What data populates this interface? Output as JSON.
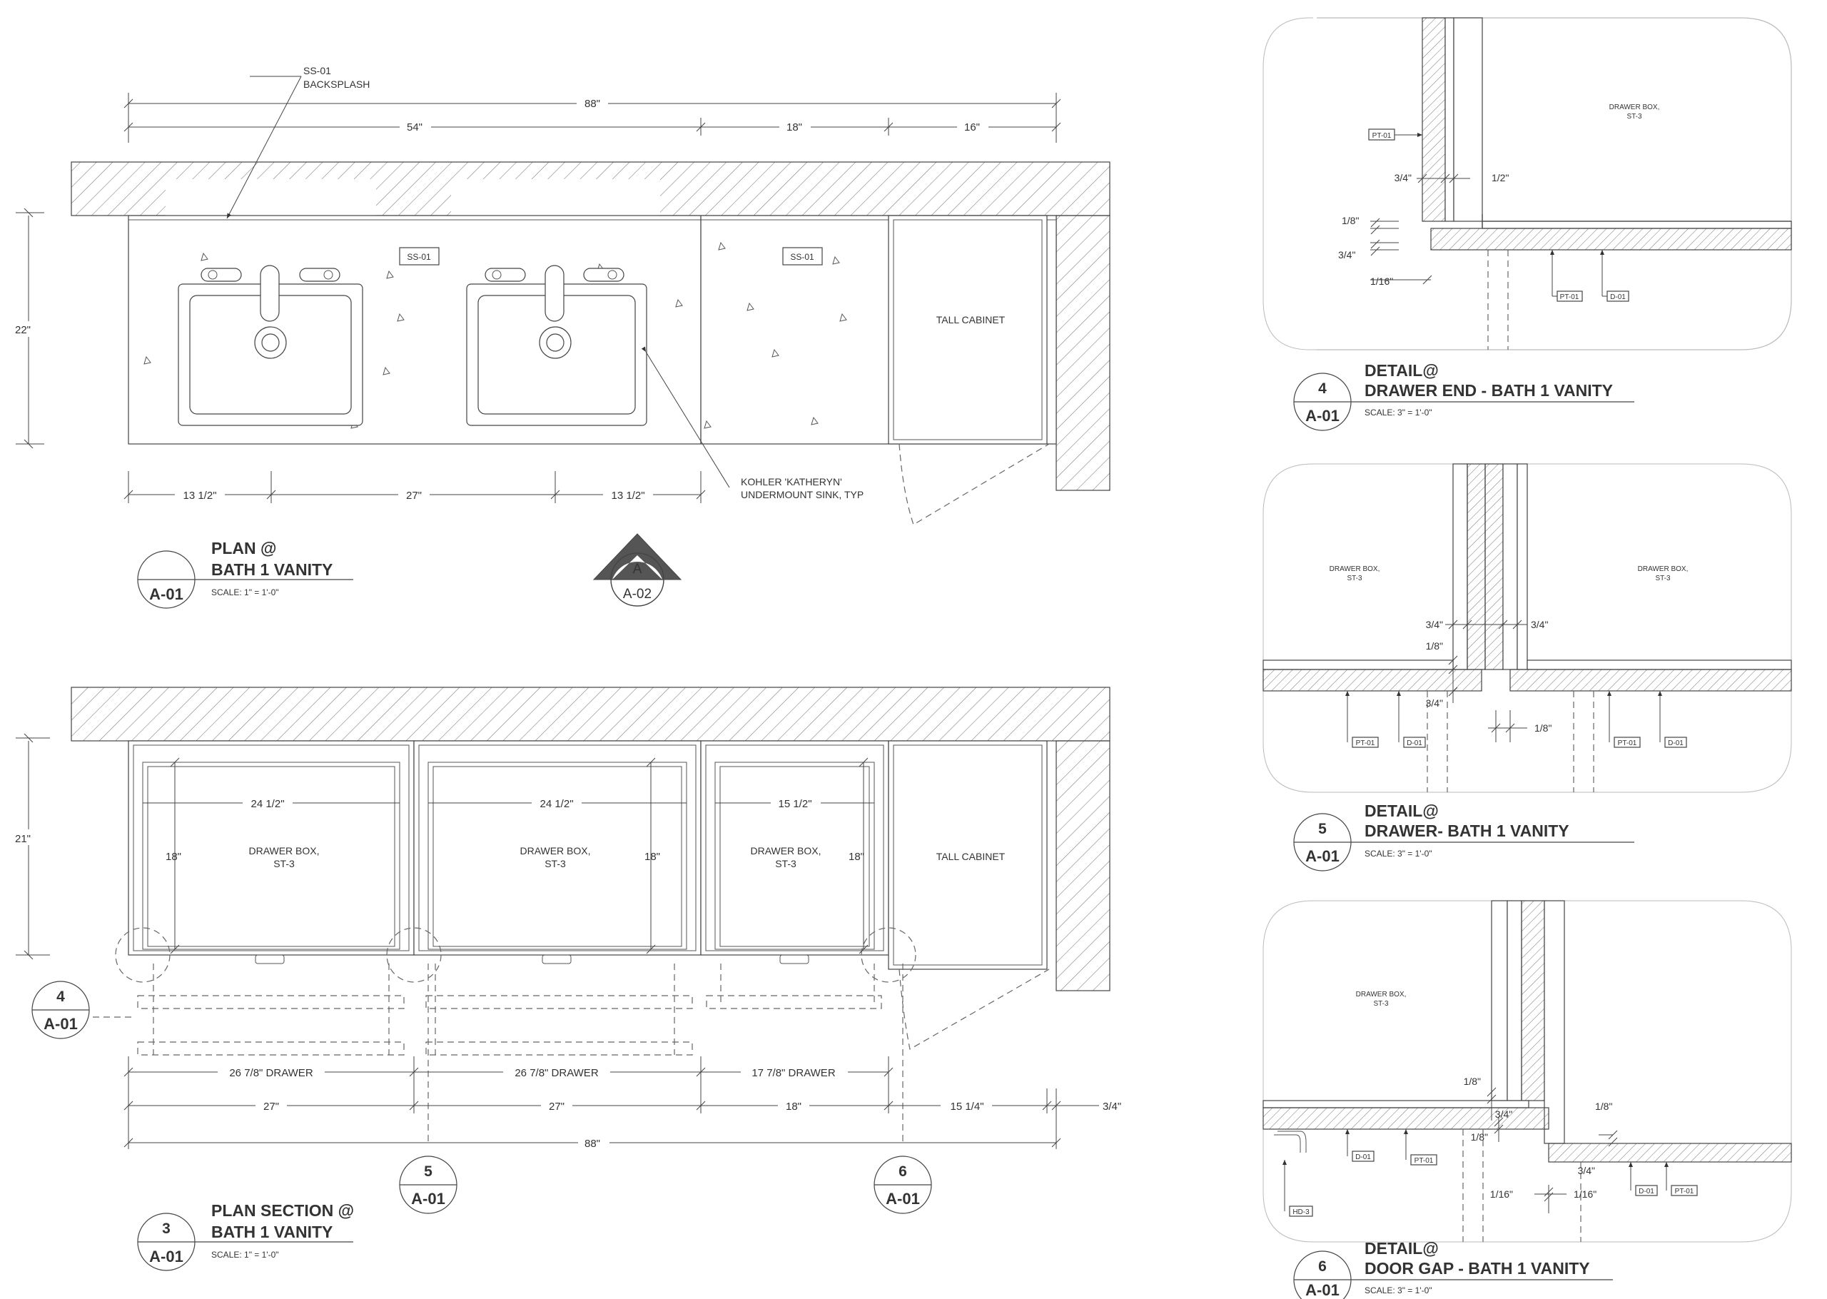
{
  "plan": {
    "title_line1": "PLAN @",
    "title_line2": "BATH 1 VANITY",
    "scale": "SCALE: 1\" = 1'-0\"",
    "ref_number": "",
    "sheet": "A-01",
    "backsplash_label_1": "SS-01",
    "backsplash_label_2": "BACKSPLASH",
    "tag_left": "SS-01",
    "tag_right": "SS-01",
    "tall_cabinet": "TALL CABINET",
    "sink_note_1": "KOHLER 'KATHERYN'",
    "sink_note_2": "UNDERMOUNT SINK, TYP",
    "dim_overall": "88\"",
    "dim_54": "54\"",
    "dim_18": "18\"",
    "dim_16": "16\"",
    "dim_height": "22\"",
    "dim_left": "13 1/2\"",
    "dim_center": "27\"",
    "dim_right": "13 1/2\"",
    "elevation_letter": "A",
    "elevation_sheet": "A-02"
  },
  "plan_section": {
    "title_line1": "PLAN SECTION @",
    "title_line2": "BATH 1 VANITY",
    "scale": "SCALE: 1\" = 1'-0\"",
    "ref_number": "3",
    "sheet": "A-01",
    "drawer_box_1": "DRAWER BOX,",
    "drawer_box_2": "ST-3",
    "tall_cabinet": "TALL CABINET",
    "width_1": "24 1/2\"",
    "width_2": "24 1/2\"",
    "width_3": "15 1/2\"",
    "depth_1": "18\"",
    "depth_2": "18\"",
    "depth_3": "18\"",
    "dim_height": "21\"",
    "drawer_1": "26 7/8\" DRAWER",
    "drawer_2": "26 7/8\" DRAWER",
    "drawer_3": "17 7/8\" DRAWER",
    "cab_1": "27\"",
    "cab_2": "27\"",
    "cab_3": "18\"",
    "cab_4": "15 1/4\"",
    "gap": "3/4\"",
    "overall": "88\"",
    "callout_4_num": "4",
    "callout_4_sheet": "A-01",
    "callout_5_num": "5",
    "callout_5_sheet": "A-01",
    "callout_6_num": "6",
    "callout_6_sheet": "A-01"
  },
  "detail4": {
    "title_line1": "DETAIL@",
    "title_line2": "DRAWER END - BATH 1 VANITY",
    "scale": "SCALE: 3\" = 1'-0\"",
    "ref_number": "4",
    "sheet": "A-01",
    "drawer_box_1": "DRAWER BOX,",
    "drawer_box_2": "ST-3",
    "tag_pt_top": "PT-01",
    "tag_pt": "PT-01",
    "tag_d": "D-01",
    "dim_34a": "3/4\"",
    "dim_12": "1/2\"",
    "dim_18": "1/8\"",
    "dim_34b": "3/4\"",
    "dim_116": "1/16\""
  },
  "detail5": {
    "title_line1": "DETAIL@",
    "title_line2": "DRAWER- BATH 1 VANITY",
    "scale": "SCALE: 3\" = 1'-0\"",
    "ref_number": "5",
    "sheet": "A-01",
    "drawer_box_1": "DRAWER BOX,",
    "drawer_box_2": "ST-3",
    "dim_34l": "3/4\"",
    "dim_34r": "3/4\"",
    "dim_18a": "1/8\"",
    "dim_34b": "3/4\"",
    "dim_18b": "1/8\"",
    "tag_pt_l": "PT-01",
    "tag_d_l": "D-01",
    "tag_pt_r": "PT-01",
    "tag_d_r": "D-01"
  },
  "detail6": {
    "title_line1": "DETAIL@",
    "title_line2": "DOOR GAP - BATH 1 VANITY",
    "scale": "SCALE: 3\" = 1'-0\"",
    "ref_number": "6",
    "sheet": "A-01",
    "drawer_box_1": "DRAWER BOX,",
    "drawer_box_2": "ST-3",
    "dim_18a": "1/8\"",
    "dim_34a": "3/4\"",
    "dim_18b": "1/8\"",
    "dim_18c": "1/8\"",
    "dim_34b": "3/4\"",
    "dim_116a": "1/16\"",
    "dim_116b": "1/16\"",
    "tag_d_l": "D-01",
    "tag_pt_l": "PT-01",
    "tag_hd": "HD-3",
    "tag_d_r": "D-01",
    "tag_pt_r": "PT-01"
  }
}
